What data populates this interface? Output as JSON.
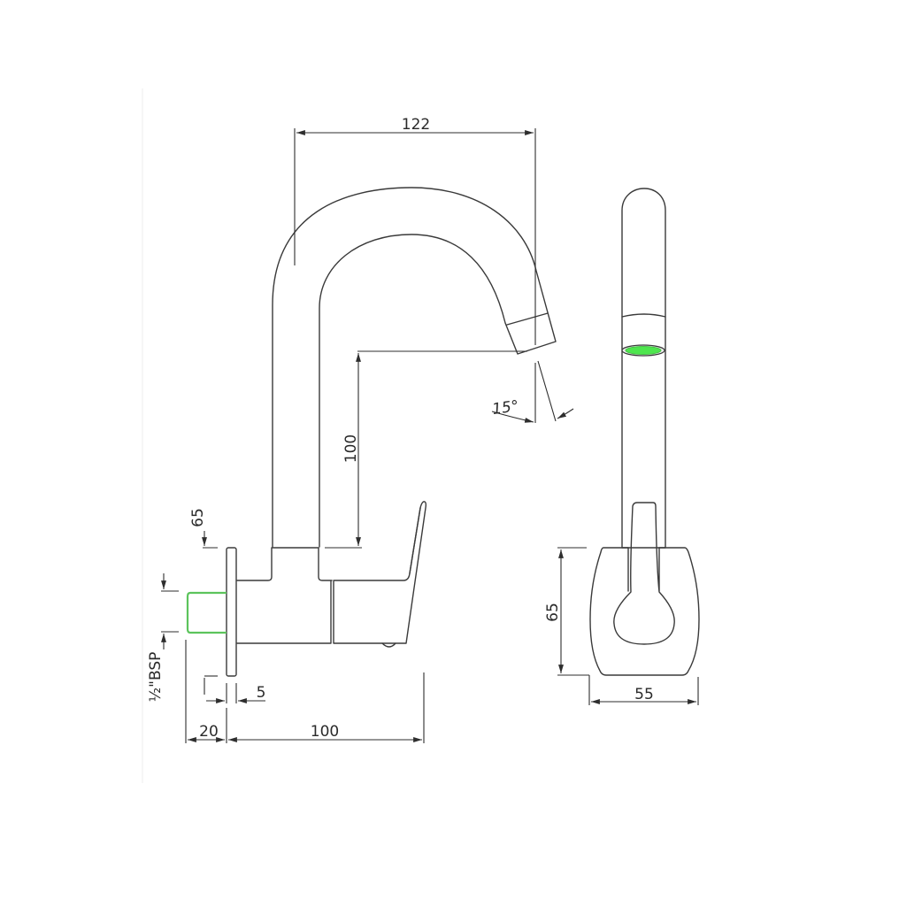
{
  "drawing": {
    "title": "Wall-mounted swivel spout faucet technical drawing",
    "colors": {
      "line": "#3a3a3a",
      "highlight": "#5cc45c",
      "highlight_fill": "#4ee64e",
      "background": "#ffffff"
    },
    "front_view": {
      "dims": {
        "spout_reach": "122",
        "spout_height": "100",
        "spout_angle": "15°",
        "wall_to_spout_axis": "65",
        "thread_size": "½\"BSP",
        "flange_thickness": "5",
        "thread_length": "20",
        "body_length": "100"
      }
    },
    "side_view": {
      "dims": {
        "body_height": "65",
        "body_width": "55"
      }
    }
  }
}
